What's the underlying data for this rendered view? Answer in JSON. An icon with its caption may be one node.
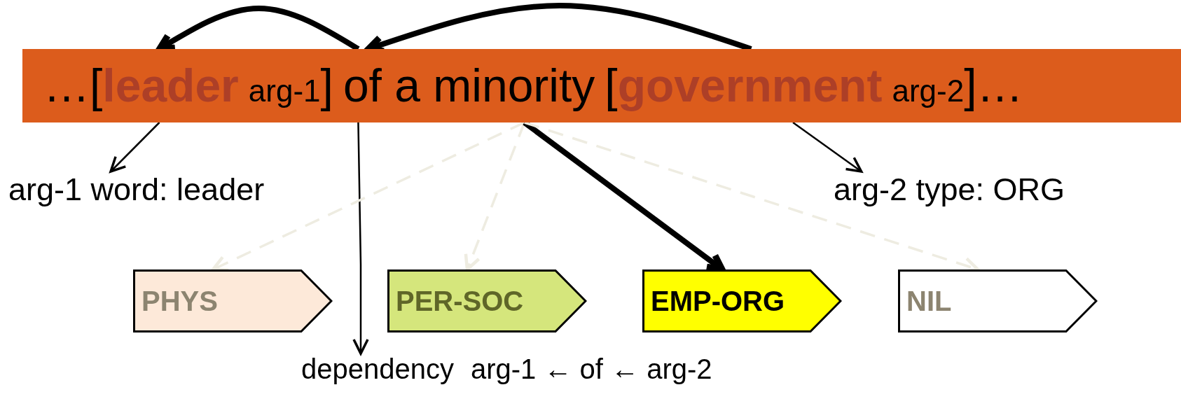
{
  "diagram": {
    "nodes": [
      {
        "text": [],
        "shape": "bar"
      },
      {
        "text": [
          "…[**leader**",
          "arg-1",
          "]"
        ],
        "in": 0
      },
      {
        "text": [
          "of a minority"
        ],
        "in": 0
      },
      {
        "text": [
          "[**government**",
          "arg-2",
          "]…"
        ],
        "in": 0
      },
      {
        "text": [
          "arg-1 word: leader"
        ]
      },
      {
        "text": [
          "arg-2 type: ORG"
        ]
      },
      {
        "text": [
          "PHYS"
        ]
      },
      {
        "text": [
          "PER-SOC"
        ]
      },
      {
        "text": [
          "EMP-ORG"
        ]
      },
      {
        "text": [
          "NIL"
        ]
      },
      {
        "text": [
          "dependency",
          "arg-1 ← of ← arg-2"
        ]
      }
    ],
    "edges": [
      {
        "from": 2,
        "to": 1,
        "arrow": "to",
        "style": "thick"
      },
      {
        "from": 3,
        "to": 2,
        "arrow": "to",
        "style": "thick"
      },
      {
        "from": 1,
        "to": 4,
        "arrow": "to"
      },
      {
        "from": 2,
        "to": 10,
        "arrow": "to"
      },
      {
        "from": 3,
        "to": 5,
        "arrow": "to"
      },
      {
        "from": 2,
        "to": 6,
        "arrow": "to",
        "style": "dashed",
        "color": "#eeece1"
      },
      {
        "from": 2,
        "to": 7,
        "arrow": "to",
        "style": "dashed",
        "color": "#eeece1"
      },
      {
        "from": 2,
        "to": 8,
        "arrow": "to",
        "style": "thick"
      },
      {
        "from": 2,
        "to": 9,
        "arrow": "to",
        "style": "dashed",
        "color": "#eeece1"
      }
    ]
  }
}
